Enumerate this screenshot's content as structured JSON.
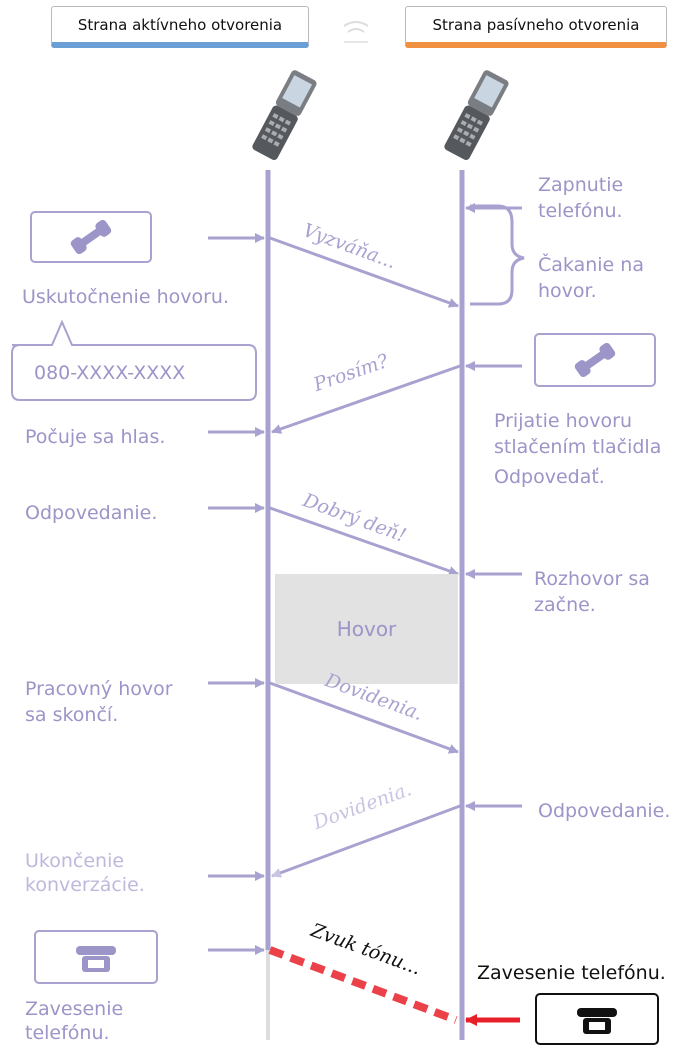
{
  "header": {
    "active_side": "Strana aktívneho otvorenia",
    "passive_side": "Strana pasívneho otvorenia"
  },
  "left_labels": {
    "make_call": "Uskutočnenie hovoru.",
    "number": "080-XXXX-XXXX",
    "hears_voice_1": "Počuje sa hlas.",
    "answering": "Odpovedanie.",
    "work_call_end_1": "Pracovný hovor",
    "work_call_end_2": "sa skončí.",
    "end_conv_1": "Ukončenie",
    "end_conv_2": "konverzácie.",
    "hangup_1": "Zavesenie",
    "hangup_2": "telefónu."
  },
  "right_labels": {
    "power_on_1": "Zapnutie",
    "power_on_2": "telefónu.",
    "waiting_1": "Čakanie na",
    "waiting_2": "hovor.",
    "accept_1": "Prijatie hovoru",
    "accept_2": "stlačením tlačidla",
    "accept_3": "Odpovedať.",
    "conversation_1": "Rozhovor sa",
    "conversation_2": "začne.",
    "reply": "Odpovedanie.",
    "hangup": "Zavesenie telefónu."
  },
  "center_box": "Hovor",
  "messages": {
    "ringing": "Vyzváňa...",
    "hello": "Prosím?",
    "good_day": "Dobrý deň!",
    "goodbye_1": "Dovidenia.",
    "goodbye_2": "Dovidenia.",
    "tone": "Zvuk tónu..."
  },
  "icons": [
    "mobile-phone-icon",
    "handset-icon",
    "hangup-icon"
  ],
  "colors": {
    "line": "#a8a2d0",
    "text": "#9b95c8",
    "active_bar": "#6aa0d6",
    "passive_bar": "#f09040",
    "tone": "#e8202a"
  }
}
